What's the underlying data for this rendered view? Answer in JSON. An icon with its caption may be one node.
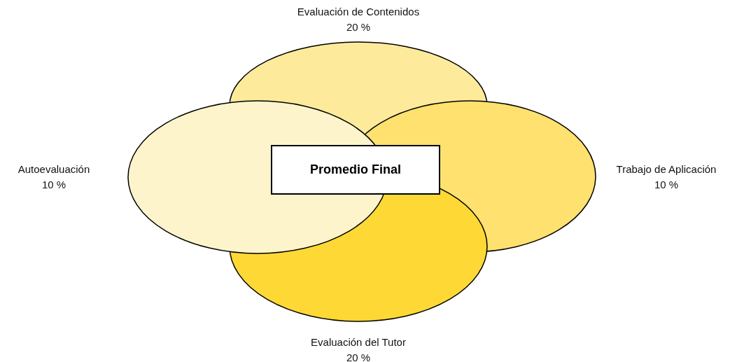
{
  "diagram": {
    "nodes": [
      {
        "text": [],
        "shape": "ellipse",
        "beside": [
          "Evaluación de Contenidos",
          "20 %"
        ]
      },
      {
        "text": [],
        "shape": "ellipse",
        "beside": [
          "Autoevaluación",
          "10 %"
        ]
      },
      {
        "text": [
          "Promedio Final"
        ]
      },
      {
        "text": [],
        "shape": "ellipse",
        "beside": [
          "Trabajo de Aplicación",
          "10 %"
        ]
      },
      {
        "text": [],
        "shape": "ellipse",
        "beside": [
          "Evaluación del Tutor",
          "20 %"
        ]
      }
    ]
  }
}
